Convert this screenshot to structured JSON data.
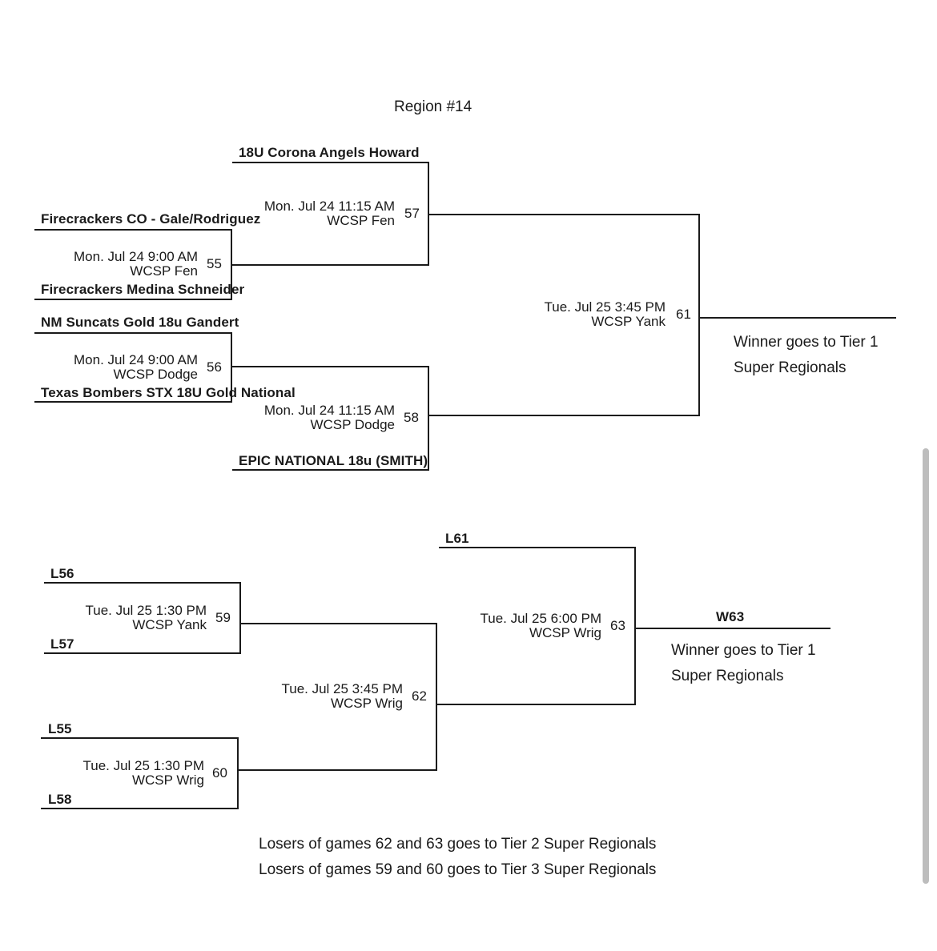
{
  "region_title": "Region #14",
  "upper": {
    "teams": {
      "corona": "18U Corona Angels Howard",
      "firecrackers_co": "Firecrackers CO - Gale/Rodriguez",
      "firecrackers_medina": "Firecrackers Medina Schneider",
      "nm_suncats": "NM Suncats Gold 18u Gandert",
      "texas_bombers": "Texas Bombers STX 18U Gold National",
      "epic": "EPIC NATIONAL 18u (SMITH)"
    },
    "games": {
      "g55": {
        "time": "Mon. Jul 24 9:00 AM",
        "field": "WCSP Fen",
        "number": "55"
      },
      "g56": {
        "time": "Mon. Jul 24 9:00 AM",
        "field": "WCSP Dodge",
        "number": "56"
      },
      "g57": {
        "time": "Mon. Jul 24 11:15 AM",
        "field": "WCSP Fen",
        "number": "57"
      },
      "g58": {
        "time": "Mon. Jul 24 11:15 AM",
        "field": "WCSP Dodge",
        "number": "58"
      },
      "g61": {
        "time": "Tue. Jul 25 3:45 PM",
        "field": "WCSP Yank",
        "number": "61"
      }
    },
    "winner_note_1": "Winner goes to Tier 1",
    "winner_note_2": "Super Regionals"
  },
  "lower": {
    "slots": {
      "l56": "L56",
      "l57": "L57",
      "l55": "L55",
      "l58": "L58",
      "l61": "L61",
      "w63": "W63"
    },
    "games": {
      "g59": {
        "time": "Tue. Jul 25 1:30 PM",
        "field": "WCSP Yank",
        "number": "59"
      },
      "g60": {
        "time": "Tue. Jul 25 1:30 PM",
        "field": "WCSP Wrig",
        "number": "60"
      },
      "g62": {
        "time": "Tue. Jul 25 3:45 PM",
        "field": "WCSP Wrig",
        "number": "62"
      },
      "g63": {
        "time": "Tue. Jul 25 6:00 PM",
        "field": "WCSP Wrig",
        "number": "63"
      }
    },
    "winner_note_1": "Winner goes to Tier 1",
    "winner_note_2": "Super Regionals"
  },
  "footer": {
    "note_1": "Losers of games 62 and 63 goes to Tier 2 Super Regionals",
    "note_2": "Losers of games 59 and 60 goes to Tier 3 Super Regionals"
  }
}
